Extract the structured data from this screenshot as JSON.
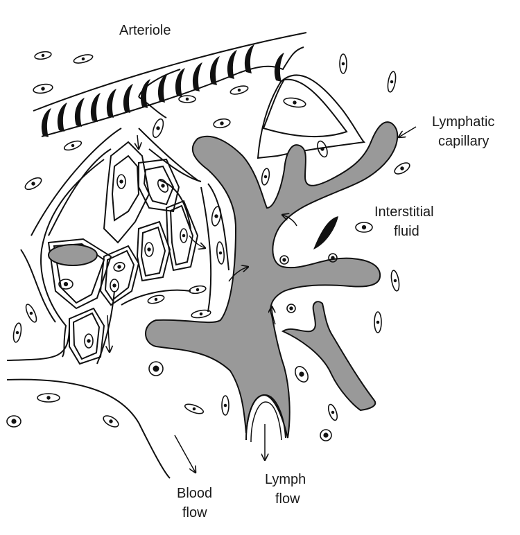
{
  "labels": {
    "arteriole": "Arteriole",
    "lymphatic_1": "Lymphatic",
    "lymphatic_2": "capillary",
    "interstitial_1": "Interstitial",
    "interstitial_2": "fluid",
    "blood_flow_1": "Blood",
    "blood_flow_2": "flow",
    "lymph_flow_1": "Lymph",
    "lymph_flow_2": "flow"
  },
  "colors": {
    "lymph_fill": "#999999",
    "stroke": "#111111",
    "smooth_muscle": "#111111"
  }
}
